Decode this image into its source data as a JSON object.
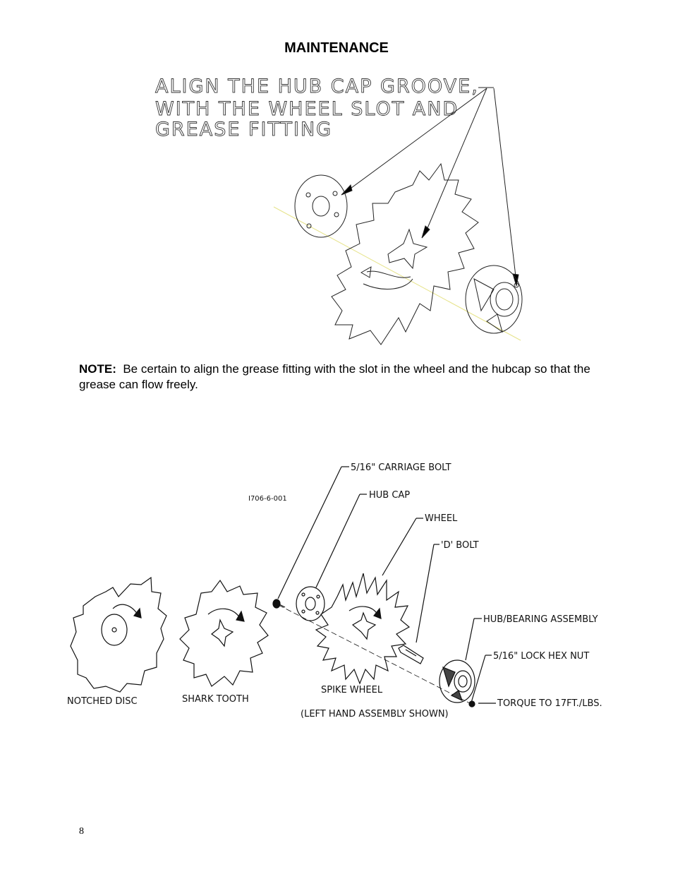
{
  "page": {
    "title": "MAINTENANCE",
    "page_number": "8"
  },
  "figure1": {
    "callout_line1": "ALIGN THE HUB CAP GROOVE,",
    "callout_line2": "WITH THE WHEEL SLOT AND",
    "callout_line3": "GREASE FITTING"
  },
  "note": {
    "label": "NOTE:",
    "text": "Be certain to align the grease fitting with the slot in the wheel and the hubcap so that the grease can flow freely."
  },
  "figure2": {
    "drawing_number": "I706-6-001",
    "labels": {
      "carriage_bolt": "5/16\" CARRIAGE BOLT",
      "hub_cap": "HUB CAP",
      "wheel": "WHEEL",
      "d_bolt": "'D' BOLT",
      "hub_bearing": "HUB/BEARING ASSEMBLY",
      "lock_nut": "5/16\" LOCK HEX NUT",
      "torque": "TORQUE TO 17FT./LBS."
    },
    "captions": {
      "notched_disc": "NOTCHED DISC",
      "shark_tooth": "SHARK TOOTH",
      "spike_wheel": "SPIKE WHEEL",
      "assembly_note": "(LEFT HAND ASSEMBLY SHOWN)"
    }
  }
}
